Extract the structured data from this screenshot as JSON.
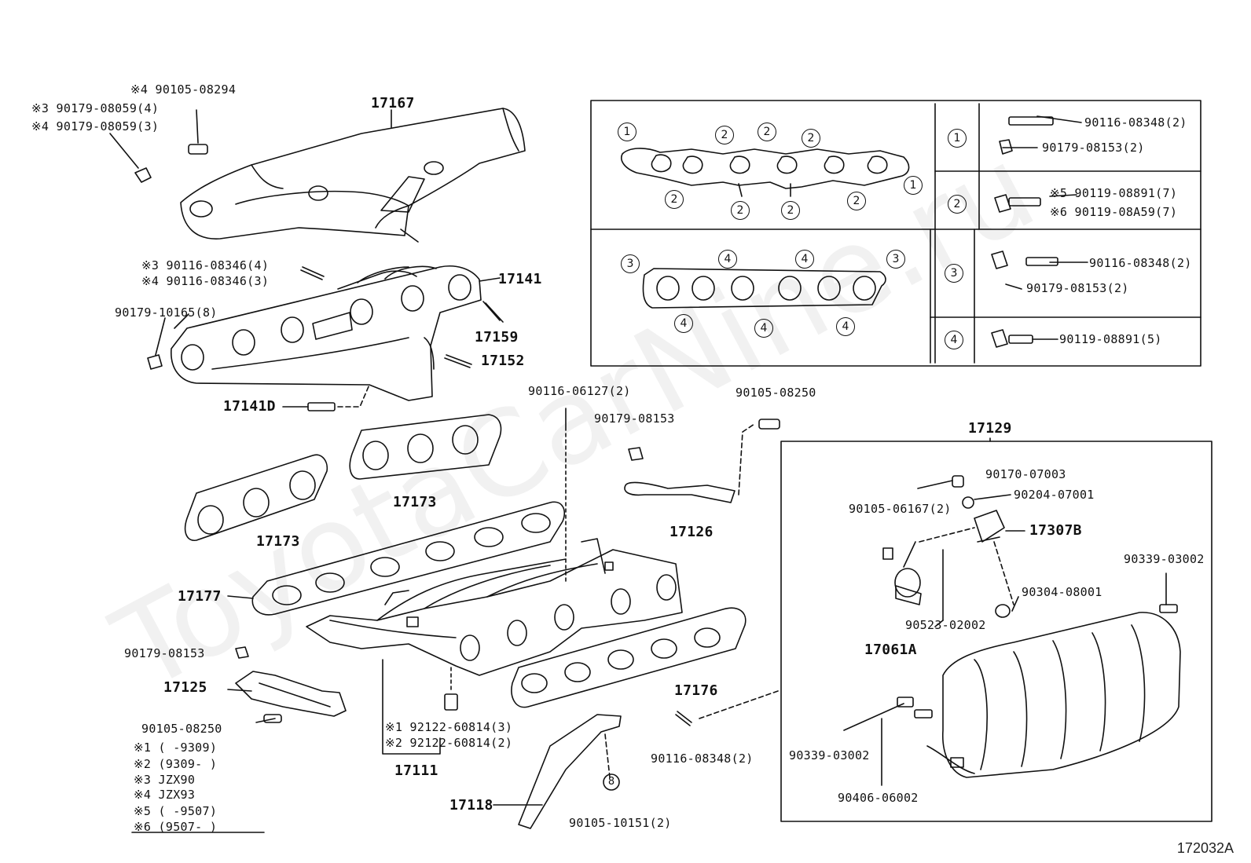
{
  "watermark": "ToyotaCarNine.ru",
  "diagram_ref": "172032A",
  "labels": {
    "p17167": "17167",
    "s4_90105_08294": "※4 90105-08294",
    "s3_90179_08059": "※3 90179-08059(4)",
    "s4_90179_08059": "※4 90179-08059(3)",
    "s3_90116_08346": "※3 90116-08346(4)",
    "s4_90116_08346": "※4 90116-08346(3)",
    "p17141": "17141",
    "p90179_10165": "90179-10165(8)",
    "p17159": "17159",
    "p17152": "17152",
    "p17141D": "17141D",
    "p90116_06127": "90116-06127(2)",
    "p90179_08153_mid": "90179-08153",
    "p90105_08250_top": "90105-08250",
    "p17173_a": "17173",
    "p17173_b": "17173",
    "p17126": "17126",
    "p17129": "17129",
    "p17177": "17177",
    "p90179_08153_left": "90179-08153",
    "p17125": "17125",
    "p90105_08250_left": "90105-08250",
    "p17176": "17176",
    "s1_92122": "※1 92122-60814(3)",
    "s2_92122": "※2 92122-60814(2)",
    "p17111": "17111",
    "p17118": "17118",
    "p90105_10151": "90105-10151(2)",
    "p90116_08348_low": "90116-08348(2)",
    "p90170_07003": "90170-07003",
    "p90204_07001": "90204-07001",
    "p90105_06167": "90105-06167(2)",
    "p17307B": "17307B",
    "p90339_03002_top": "90339-03002",
    "p90304_08001": "90304-08001",
    "p90523_02002": "90523-02002",
    "p17061A": "17061A",
    "p90339_03002_low": "90339-03002",
    "p90406_06002": "90406-06002",
    "circle_b": "8"
  },
  "footnotes": [
    "※1 (     -9309)",
    "※2 (9309-     )",
    "※3 JZX90",
    "※4 JZX93",
    "※5 (     -9507)",
    "※6 (9507-     )"
  ],
  "table": {
    "row1": {
      "key": "1",
      "items": [
        "90116-08348(2)",
        "90179-08153(2)"
      ]
    },
    "row2": {
      "key": "2",
      "items": [
        "※5 90119-08891(7)",
        "※6 90119-08A59(7)"
      ]
    },
    "row3": {
      "key": "3",
      "items": [
        "90116-08348(2)",
        "90179-08153(2)"
      ]
    },
    "row4": {
      "key": "4",
      "items": [
        "90119-08891(5)"
      ]
    }
  },
  "gasket_marks": {
    "upper": [
      "1",
      "2",
      "2",
      "2",
      "2",
      "2",
      "2",
      "2",
      "1"
    ],
    "lower": [
      "3",
      "4",
      "4",
      "3",
      "4",
      "4",
      "4"
    ]
  }
}
